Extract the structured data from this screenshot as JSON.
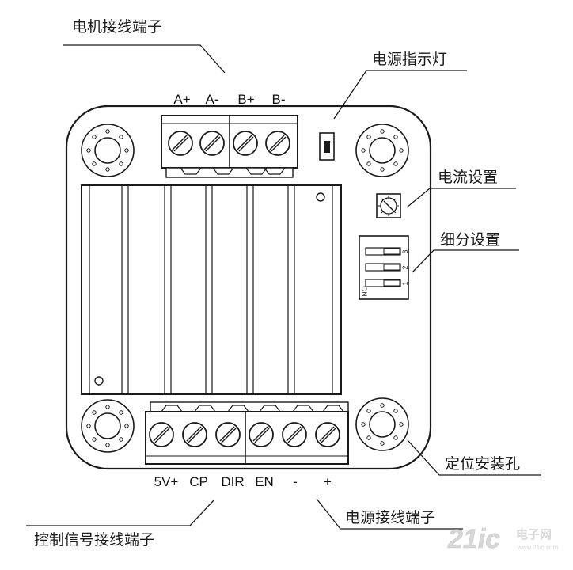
{
  "callouts": {
    "motor_terminals": "电机接线端子",
    "power_indicator": "电源指示灯",
    "current_setting": "电流设置",
    "microstep_setting": "细分设置",
    "mounting_holes": "定位安装孔",
    "power_terminals": "电源接线端子",
    "control_terminals": "控制信号接线端子"
  },
  "motor_pins": [
    "A+",
    "A-",
    "B+",
    "B-"
  ],
  "control_pins": [
    "5V+",
    "CP",
    "DIR",
    "EN",
    "-",
    "+"
  ],
  "dip_switch": {
    "on_label": "ON",
    "numbers": [
      "3",
      "2",
      "1"
    ]
  },
  "watermark": {
    "logo": "21ic",
    "cn": "电子网",
    "url": "www.21ic.com"
  },
  "colors": {
    "line": "#1a1a1a",
    "board_fill": "#ffffff",
    "watermark": "#b8b8b8"
  }
}
